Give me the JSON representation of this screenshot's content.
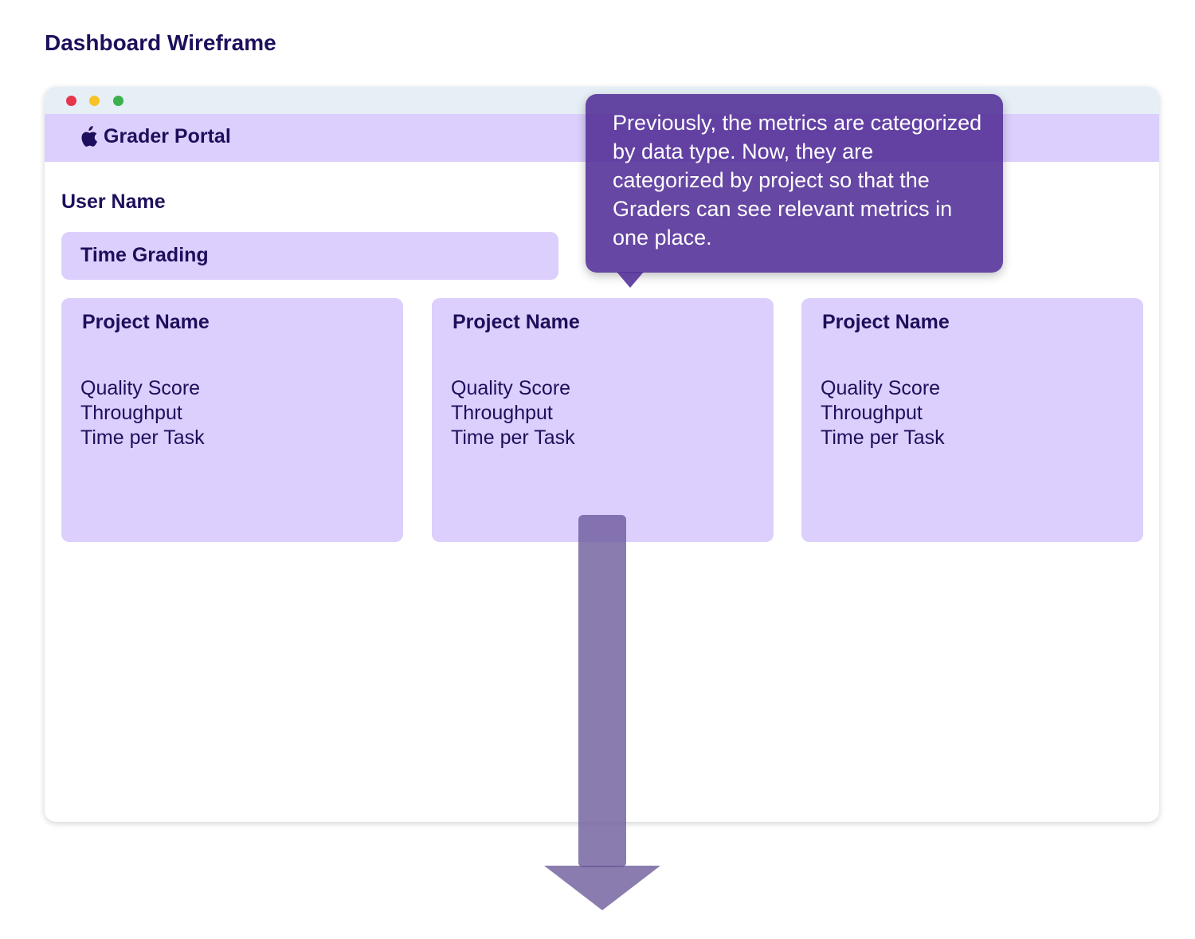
{
  "page": {
    "title": "Dashboard Wireframe"
  },
  "window": {
    "controls": [
      "red-dot",
      "yellow-dot",
      "green-dot"
    ]
  },
  "navbar": {
    "logo_icon": "apple-icon",
    "brand": "Grader Portal"
  },
  "main": {
    "user_name": "User Name",
    "time_grading": "Time Grading",
    "projects": [
      {
        "name": "Project Name",
        "metrics": [
          "Quality Score",
          "Throughput",
          "Time per Task"
        ]
      },
      {
        "name": "Project Name",
        "metrics": [
          "Quality Score",
          "Throughput",
          "Time per Task"
        ]
      },
      {
        "name": "Project Name",
        "metrics": [
          "Quality Score",
          "Throughput",
          "Time per Task"
        ]
      }
    ]
  },
  "annotation": {
    "text": "Previously, the metrics are categorized by data type. Now, they are categorized by project so that the Graders can see relevant metrics in one place."
  },
  "colors": {
    "primary_text": "#1e0f5c",
    "card_fill": "#dccffd",
    "annotation_fill": "#512e96",
    "arrow_fill": "#6a5798"
  }
}
